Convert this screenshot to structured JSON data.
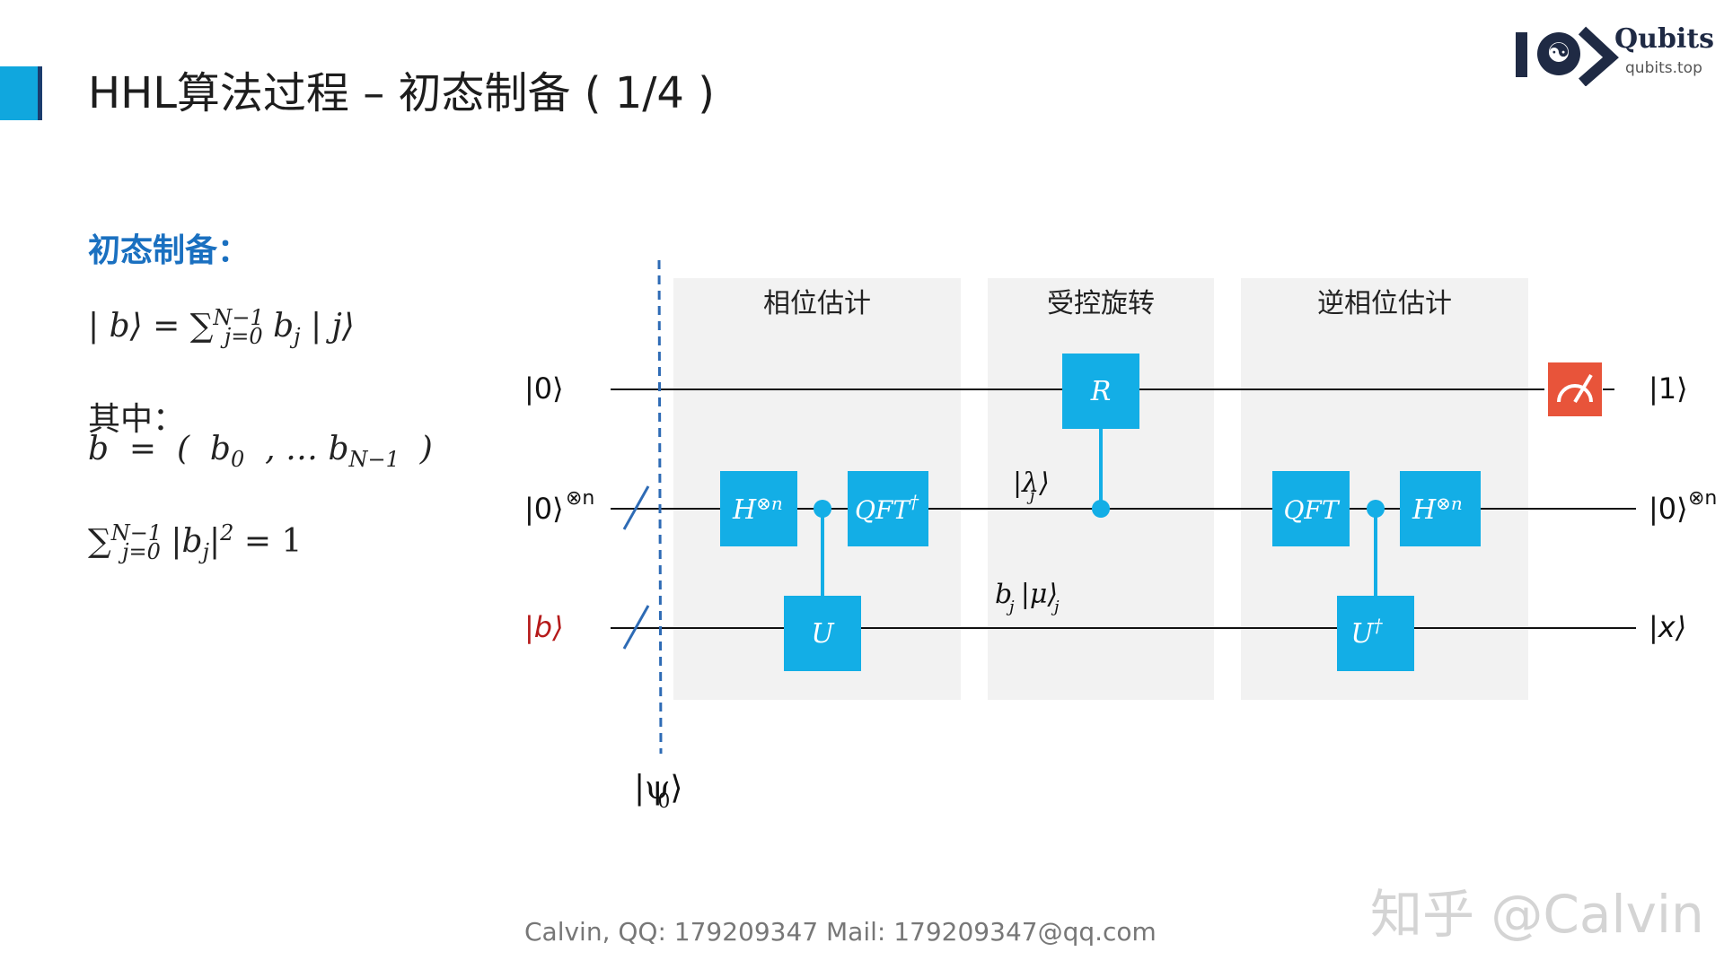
{
  "title": "HHL算法过程 – 初态制备 ( 1/4 )",
  "logo": {
    "name": "Qubits",
    "url": "qubits.top"
  },
  "left": {
    "heading": "初态制备：",
    "state_eq": "| b⟩ = ∑ b | j⟩",
    "sum_upper": "N−1",
    "sum_lower": "j=0",
    "b_sub": "j",
    "where_label": "其中：",
    "vector_eq": "b = ( b , … b )",
    "vec_sub0": "0",
    "vec_sub1": "N−1",
    "norm_eq": "∑ |b |  = 1",
    "norm_upper": "N−1",
    "norm_lower": "j=0",
    "norm_sub": "j",
    "norm_sup": "2"
  },
  "circuit": {
    "sections": [
      "相位估计",
      "受控旋转",
      "逆相位估计"
    ],
    "inputs": [
      "|0⟩",
      "|0⟩",
      "⊗n",
      "|b⟩"
    ],
    "outputs": [
      "|1⟩",
      "|0⟩",
      "⊗n",
      "|x⟩"
    ],
    "gates": {
      "h1": "H",
      "h1_sup": "⊗n",
      "qft_dag": "QFT",
      "qft_dag_sup": "†",
      "u": "U",
      "r": "R",
      "qft": "QFT",
      "u_dag": "U",
      "u_dag_sup": "†",
      "h2": "H",
      "h2_sup": "⊗n"
    },
    "state_labels": {
      "lambda": "|λ⟩",
      "lambda_sub": "j",
      "bmu": "b |μ⟩",
      "b_sub": "j",
      "mu_sub": "j",
      "psi": "|ψ⟩",
      "psi_sub": "0"
    }
  },
  "colors": {
    "accent": "#10a7de",
    "gate": "#13aee6",
    "section_bg": "#f2f2f2",
    "heading": "#1a70c0",
    "input_b": "#b51a1a",
    "measure": "#e8543a"
  },
  "footer": "Calvin,  QQ: 179209347  Mail: 179209347@qq.com",
  "watermark": "知乎 @Calvin"
}
